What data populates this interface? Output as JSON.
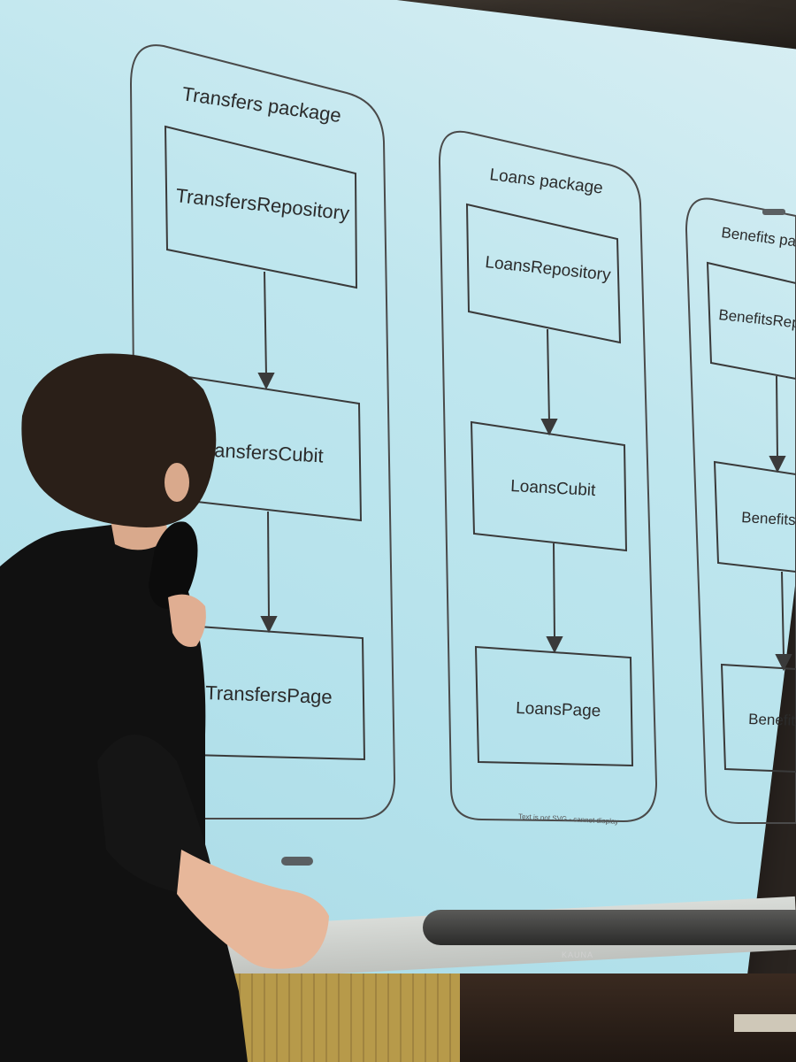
{
  "slide": {
    "packages": [
      {
        "title": "Transfers package",
        "nodes": [
          "TransfersRepository",
          "TransfersCubit",
          "TransfersPage"
        ]
      },
      {
        "title": "Loans package",
        "nodes": [
          "LoansRepository",
          "LoansCubit",
          "LoansPage"
        ]
      },
      {
        "title": "Benefits pack",
        "nodes": [
          "BenefitsRepo",
          "BenefitsC",
          "Benefits"
        ]
      }
    ],
    "footnote": "Text is not SVG - cannot display"
  },
  "furniture": {
    "table_brand": "KAUNA"
  },
  "colors": {
    "screen": "#b8e3ec",
    "stroke": "#4a4a4a",
    "shirt": "#121212"
  }
}
